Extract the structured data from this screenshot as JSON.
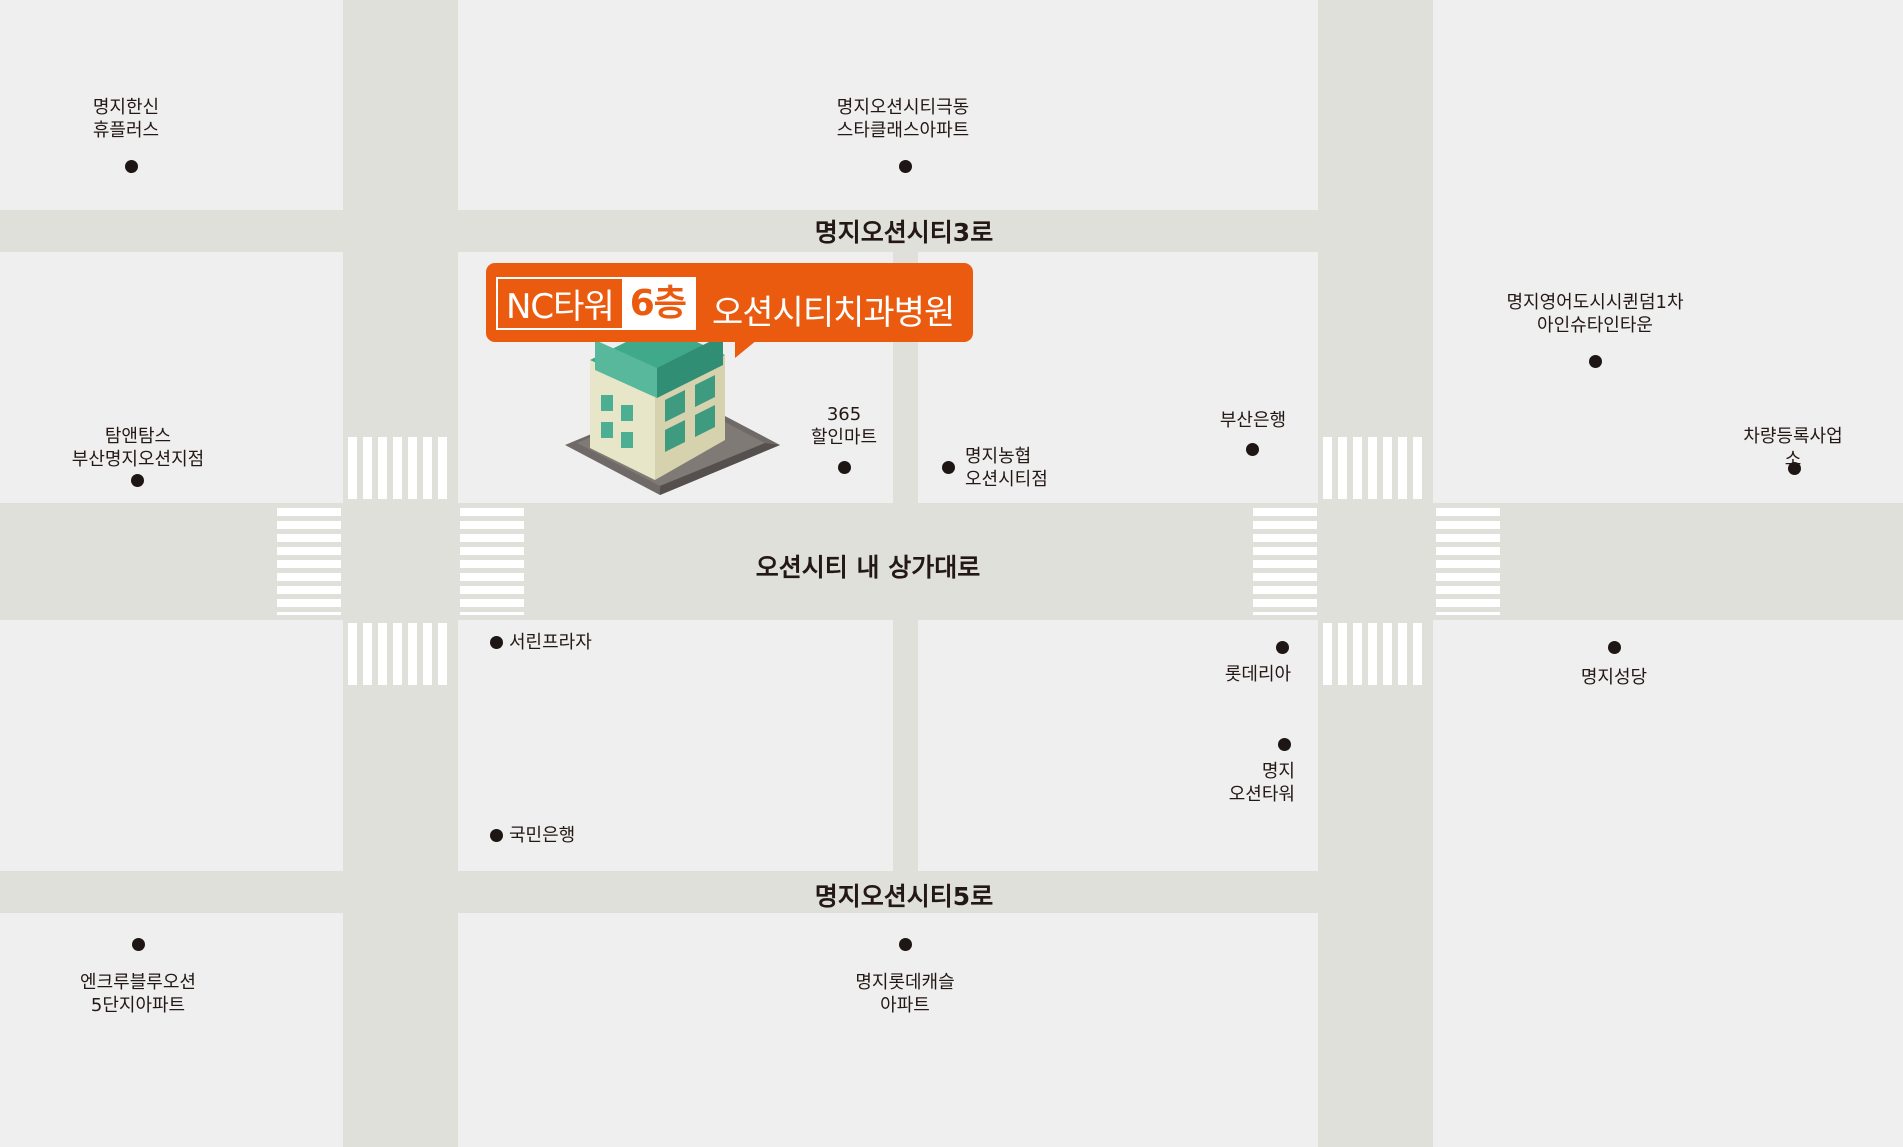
{
  "map": {
    "background": "#efefef",
    "road_color": "#e0e0db",
    "accent": "#eb5b0f"
  },
  "roads": {
    "top": "명지오션시티3로",
    "main": "오션시티 내 상가대로",
    "bottom": "명지오션시티5로"
  },
  "destination": {
    "building_name": "NC타워",
    "floor": "6층",
    "clinic_name": "오션시티치과병원",
    "building_icon": "building-icon"
  },
  "places": {
    "hanshin": "명지한신\n휴플러스",
    "geukdong": "명지오션시티극동\n스타클래스아파트",
    "queendom": "명지영어도시시퀸덤1차\n아인슈타인타운",
    "tomntoms": "탐앤탐스\n부산명지오션지점",
    "mart365": "365\n할인마트",
    "nonghyup": "명지농협\n오션시티점",
    "busanbank": "부산은행",
    "car_registration": "차량등록사업소",
    "seorin": "서린프라자",
    "lotteria": "롯데리아",
    "cathedral": "명지성당",
    "oceantower": "명지\n오션타워",
    "kookmin": "국민은행",
    "encrew": "엔크루블루오션\n5단지아파트",
    "lottecastle": "명지롯데캐슬\n아파트"
  }
}
